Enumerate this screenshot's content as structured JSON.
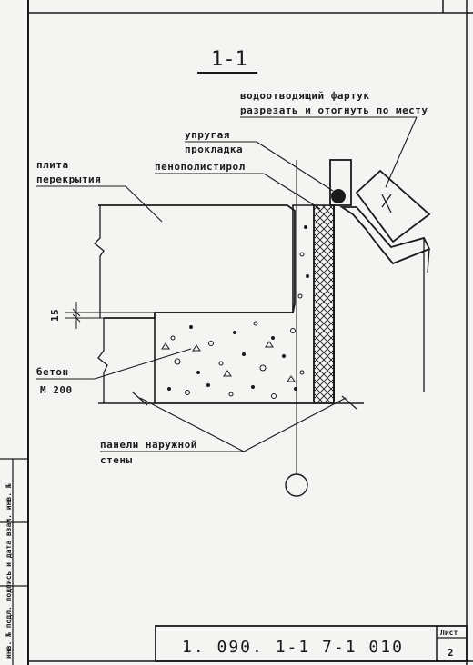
{
  "section": {
    "title": "1-1"
  },
  "labels": {
    "apron_line1": "водоотводящий фартук",
    "apron_line2": "разрезать и отогнуть по месту",
    "gasket_line1": "упругая",
    "gasket_line2": "прокладка",
    "foam": "пенополистирол",
    "slab_line1": "плита",
    "slab_line2": "перекрытия",
    "concrete_line1": "бетон",
    "concrete_line2": "М 200",
    "panels_line1": "панели наружной",
    "panels_line2": "стены"
  },
  "dimension": {
    "value": "15"
  },
  "title_block": {
    "code": "1. 090. 1-1   7-1   010",
    "sheet_label": "Лист",
    "sheet_number": "2"
  },
  "side_stamp": {
    "text": "инв. № подл.  подпись и дата  взам. инв. №"
  },
  "colors": {
    "ink": "#1a1a1a",
    "paper": "#f4f4f2"
  }
}
